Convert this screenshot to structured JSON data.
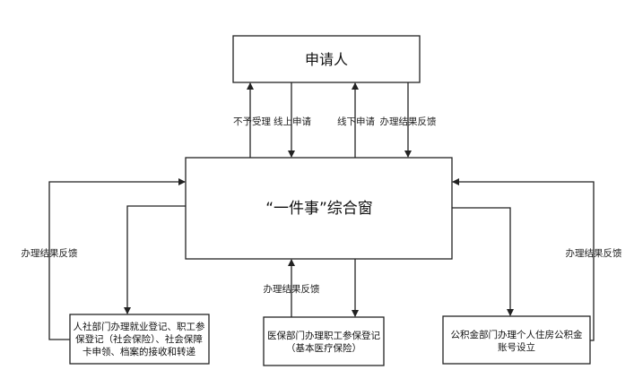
{
  "diagram": {
    "top": {
      "label": "申请人"
    },
    "center": {
      "label": "“一件事”综合窗"
    },
    "arrows_top": [
      "不予受理",
      "线上申请",
      "线下申请",
      "办理结果反馈"
    ],
    "left_box": {
      "lines": [
        "人社部门办理就业登记、职工参",
        "保登记（社会保险）、社会保障",
        "卡申领、档案的接收和转递"
      ]
    },
    "middle_box": {
      "lines": [
        "医保部门办理职工参保登记",
        "（基本医疗保险）"
      ]
    },
    "right_box": {
      "lines": [
        "公积金部门办理个人住房公积金",
        "账号设立"
      ]
    },
    "left_feedback": "办理结果反馈",
    "middle_feedback": "办理结果反馈",
    "right_feedback": "办理结果反馈"
  }
}
